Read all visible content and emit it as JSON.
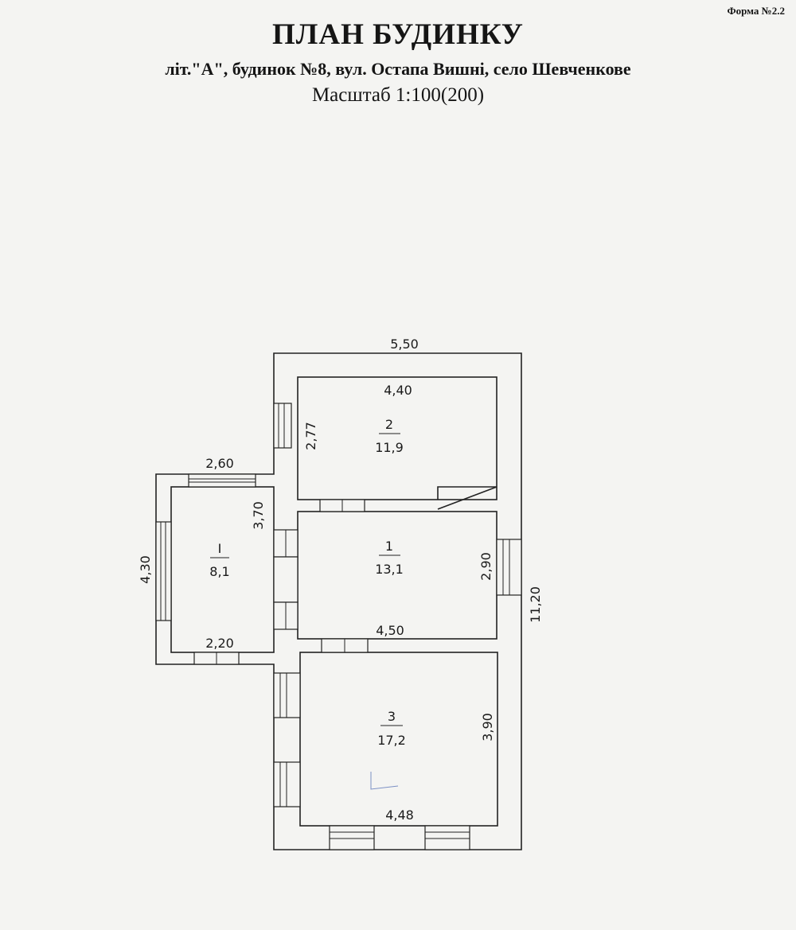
{
  "header": {
    "form_number": "Форма №2.2",
    "title": "ПЛАН БУДИНКУ",
    "address": "літ.\"А\", будинок №8, вул. Остапа Вишні, село Шевченкове",
    "scale": "Масштаб 1:100(200)"
  },
  "dimensions": {
    "building_width": "5,50",
    "building_length": "11,20",
    "annex_width": "2,60",
    "annex_length": "4,30",
    "annex_inner_width": "2,20",
    "annex_inner_length": "3,70",
    "room2_width": "4,40",
    "room2_length": "2,77",
    "room1_width": "4,50",
    "room1_length": "2,90",
    "room3_width": "4,48",
    "room3_length": "3,90"
  },
  "rooms": [
    {
      "number": "2",
      "area": "11,9"
    },
    {
      "number": "1",
      "area": "13,1"
    },
    {
      "number": "3",
      "area": "17,2"
    },
    {
      "number": "I",
      "area": "8,1"
    }
  ]
}
